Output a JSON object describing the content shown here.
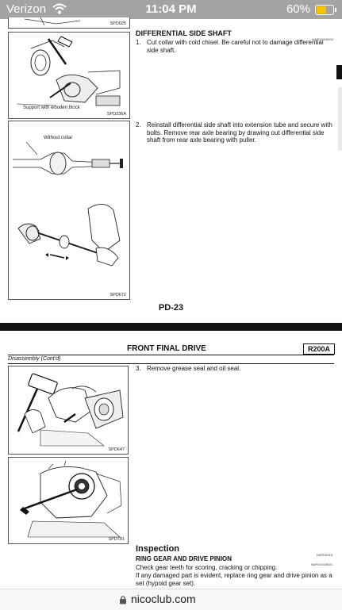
{
  "status_bar": {
    "carrier": "Verizon",
    "time": "11:04 PM",
    "battery_percent": "60%"
  },
  "page1": {
    "top_fig_label": "SPD025",
    "section_title": "DIFFERENTIAL SIDE SHAFT",
    "section_code": "NAPD0018S04",
    "step1": {
      "num": "1.",
      "text": "Cut collar with cold chisel. Be careful not to damage differential side shaft."
    },
    "fig1": {
      "caption": "Support with wooden block",
      "label": "SPD236A"
    },
    "step2": {
      "num": "2.",
      "text": "Reinstall differential side shaft into extension tube and secure with bolts. Remove rear axle bearing by drawing out differential side shaft from rear axle bearing with puller."
    },
    "fig2": {
      "caption": "Without collar",
      "label": "SPD672"
    },
    "page_number": "PD-23"
  },
  "page2": {
    "header_title": "FRONT FINAL DRIVE",
    "header_badge": "R200A",
    "subheader": "Disassembly (Cont'd)",
    "step3": {
      "num": "3.",
      "text": "Remove grease seal and oil seal."
    },
    "fig3": {
      "label": "SPD647"
    },
    "fig4": {
      "label": "SPD781"
    },
    "inspection_title": "Inspection",
    "inspection_code": "NAPD0018",
    "ring_title": "RING GEAR AND DRIVE PINION",
    "ring_code": "NAPD0018S01",
    "ring_text1": "Check gear teeth for scoring, cracking or chipping.",
    "ring_text2": "If any damaged part is evident, replace ring gear and drive pinion as a set (hypoid gear set)."
  },
  "browser": {
    "url": "nicoclub.com"
  },
  "colors": {
    "status_bar": "#a3a3a3",
    "battery": "#f5c400",
    "separator": "#111111"
  }
}
